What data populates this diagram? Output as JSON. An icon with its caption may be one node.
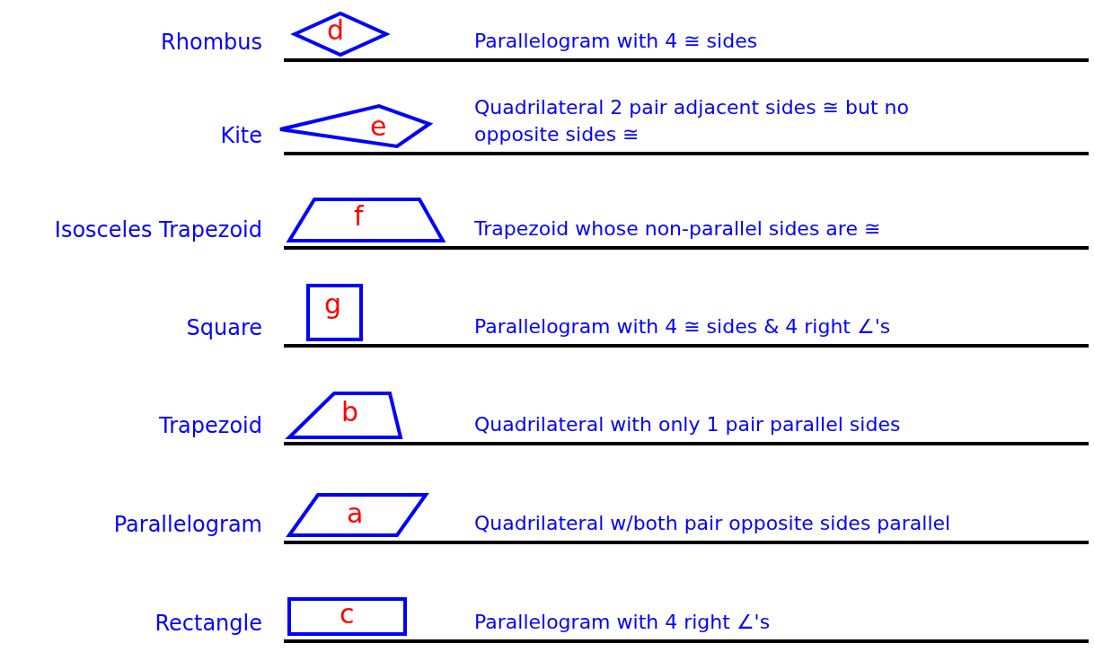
{
  "diagram": {
    "nodes": [
      {
        "text": [
          "d"
        ]
      },
      {
        "text": [
          "e"
        ]
      },
      {
        "text": [
          "f"
        ]
      },
      {
        "text": [
          "g"
        ]
      },
      {
        "text": [
          "b"
        ]
      },
      {
        "text": [
          "a"
        ]
      },
      {
        "text": [
          "c"
        ]
      }
    ],
    "labels": [
      "Rhombus",
      "Parallelogram with 4 ≅ sides",
      "Kite",
      "Quadrilateral 2 pair adjacent sides ≅ but no opposite sides ≅",
      "Isosceles Trapezoid",
      "Trapezoid whose non-parallel sides are ≅",
      "Square",
      "Parallelogram with 4 ≅ sides & 4 right ∠'s",
      "Trapezoid",
      "Quadrilateral with only 1 pair parallel sides",
      "Parallelogram",
      "Quadrilateral w/both pair opposite sides parallel",
      "Rectangle",
      "Parallelogram with 4 right ∠'s"
    ]
  }
}
